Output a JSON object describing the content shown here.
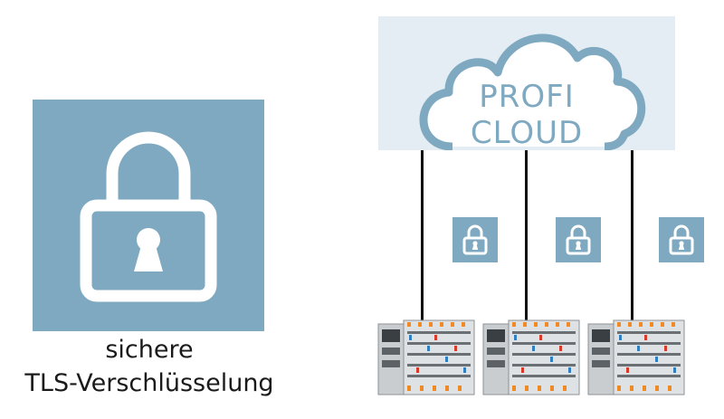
{
  "caption": {
    "line1": "sichere",
    "line2": "TLS-Verschlüsselung"
  },
  "cloud": {
    "line1": "PROFI",
    "line2": "CLOUD"
  },
  "icons": {
    "large": "padlock-icon",
    "small": [
      "padlock-icon",
      "padlock-icon",
      "padlock-icon"
    ],
    "devices": [
      "io-controller-module",
      "io-controller-module",
      "io-controller-module"
    ]
  },
  "colors": {
    "accent": "#7ea9c0",
    "cloud_panel": "#e4edf3",
    "wire": "#111111"
  }
}
